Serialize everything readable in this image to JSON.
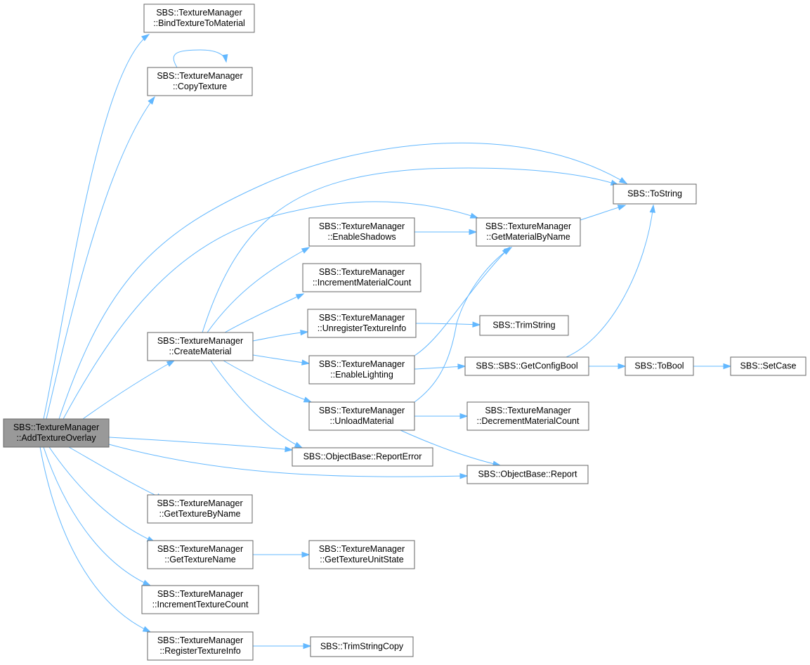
{
  "colors": {
    "edge": "#63b8ff",
    "node_border": "#666666",
    "node_fill": "#ffffff",
    "root_fill": "#999999"
  },
  "nodes": [
    {
      "id": "addTextureOverlay",
      "lines": [
        "SBS::TextureManager",
        "::AddTextureOverlay"
      ],
      "highlighted": true
    },
    {
      "id": "bindTextureToMaterial",
      "lines": [
        "SBS::TextureManager",
        "::BindTextureToMaterial"
      ]
    },
    {
      "id": "copyTexture",
      "lines": [
        "SBS::TextureManager",
        "::CopyTexture"
      ]
    },
    {
      "id": "toString",
      "lines": [
        "SBS::ToString"
      ]
    },
    {
      "id": "enableShadows",
      "lines": [
        "SBS::TextureManager",
        "::EnableShadows"
      ]
    },
    {
      "id": "getMaterialByName",
      "lines": [
        "SBS::TextureManager",
        "::GetMaterialByName"
      ]
    },
    {
      "id": "incrementMaterialCount",
      "lines": [
        "SBS::TextureManager",
        "::IncrementMaterialCount"
      ]
    },
    {
      "id": "unregisterTextureInfo",
      "lines": [
        "SBS::TextureManager",
        "::UnregisterTextureInfo"
      ]
    },
    {
      "id": "trimString",
      "lines": [
        "SBS::TrimString"
      ]
    },
    {
      "id": "createMaterial",
      "lines": [
        "SBS::TextureManager",
        "::CreateMaterial"
      ]
    },
    {
      "id": "enableLighting",
      "lines": [
        "SBS::TextureManager",
        "::EnableLighting"
      ]
    },
    {
      "id": "getConfigBool",
      "lines": [
        "SBS::SBS::GetConfigBool"
      ]
    },
    {
      "id": "toBool",
      "lines": [
        "SBS::ToBool"
      ]
    },
    {
      "id": "setCase",
      "lines": [
        "SBS::SetCase"
      ]
    },
    {
      "id": "unloadMaterial",
      "lines": [
        "SBS::TextureManager",
        "::UnloadMaterial"
      ]
    },
    {
      "id": "decrementMaterialCount",
      "lines": [
        "SBS::TextureManager",
        "::DecrementMaterialCount"
      ]
    },
    {
      "id": "reportError",
      "lines": [
        "SBS::ObjectBase::ReportError"
      ]
    },
    {
      "id": "report",
      "lines": [
        "SBS::ObjectBase::Report"
      ]
    },
    {
      "id": "getTextureByName",
      "lines": [
        "SBS::TextureManager",
        "::GetTextureByName"
      ]
    },
    {
      "id": "getTextureName",
      "lines": [
        "SBS::TextureManager",
        "::GetTextureName"
      ]
    },
    {
      "id": "getTextureUnitState",
      "lines": [
        "SBS::TextureManager",
        "::GetTextureUnitState"
      ]
    },
    {
      "id": "incrementTextureCount",
      "lines": [
        "SBS::TextureManager",
        "::IncrementTextureCount"
      ]
    },
    {
      "id": "registerTextureInfo",
      "lines": [
        "SBS::TextureManager",
        "::RegisterTextureInfo"
      ]
    },
    {
      "id": "trimStringCopy",
      "lines": [
        "SBS::TrimStringCopy"
      ]
    }
  ],
  "edges": [
    {
      "from": "addTextureOverlay",
      "to": "bindTextureToMaterial"
    },
    {
      "from": "addTextureOverlay",
      "to": "copyTexture"
    },
    {
      "from": "addTextureOverlay",
      "to": "toString"
    },
    {
      "from": "addTextureOverlay",
      "to": "getMaterialByName"
    },
    {
      "from": "addTextureOverlay",
      "to": "createMaterial"
    },
    {
      "from": "addTextureOverlay",
      "to": "reportError"
    },
    {
      "from": "addTextureOverlay",
      "to": "report"
    },
    {
      "from": "addTextureOverlay",
      "to": "getTextureByName"
    },
    {
      "from": "addTextureOverlay",
      "to": "getTextureName"
    },
    {
      "from": "addTextureOverlay",
      "to": "incrementTextureCount"
    },
    {
      "from": "addTextureOverlay",
      "to": "registerTextureInfo"
    },
    {
      "from": "copyTexture",
      "to": "copyTexture"
    },
    {
      "from": "createMaterial",
      "to": "toString"
    },
    {
      "from": "createMaterial",
      "to": "enableShadows"
    },
    {
      "from": "createMaterial",
      "to": "incrementMaterialCount"
    },
    {
      "from": "createMaterial",
      "to": "unregisterTextureInfo"
    },
    {
      "from": "createMaterial",
      "to": "enableLighting"
    },
    {
      "from": "createMaterial",
      "to": "unloadMaterial"
    },
    {
      "from": "createMaterial",
      "to": "reportError"
    },
    {
      "from": "enableShadows",
      "to": "getMaterialByName"
    },
    {
      "from": "getMaterialByName",
      "to": "toString"
    },
    {
      "from": "unregisterTextureInfo",
      "to": "trimString"
    },
    {
      "from": "enableLighting",
      "to": "getMaterialByName"
    },
    {
      "from": "enableLighting",
      "to": "getConfigBool"
    },
    {
      "from": "getConfigBool",
      "to": "toString"
    },
    {
      "from": "getConfigBool",
      "to": "toBool"
    },
    {
      "from": "toBool",
      "to": "setCase"
    },
    {
      "from": "unloadMaterial",
      "to": "getMaterialByName"
    },
    {
      "from": "unloadMaterial",
      "to": "decrementMaterialCount"
    },
    {
      "from": "unloadMaterial",
      "to": "report"
    },
    {
      "from": "getTextureName",
      "to": "getTextureUnitState"
    },
    {
      "from": "registerTextureInfo",
      "to": "trimStringCopy"
    }
  ]
}
